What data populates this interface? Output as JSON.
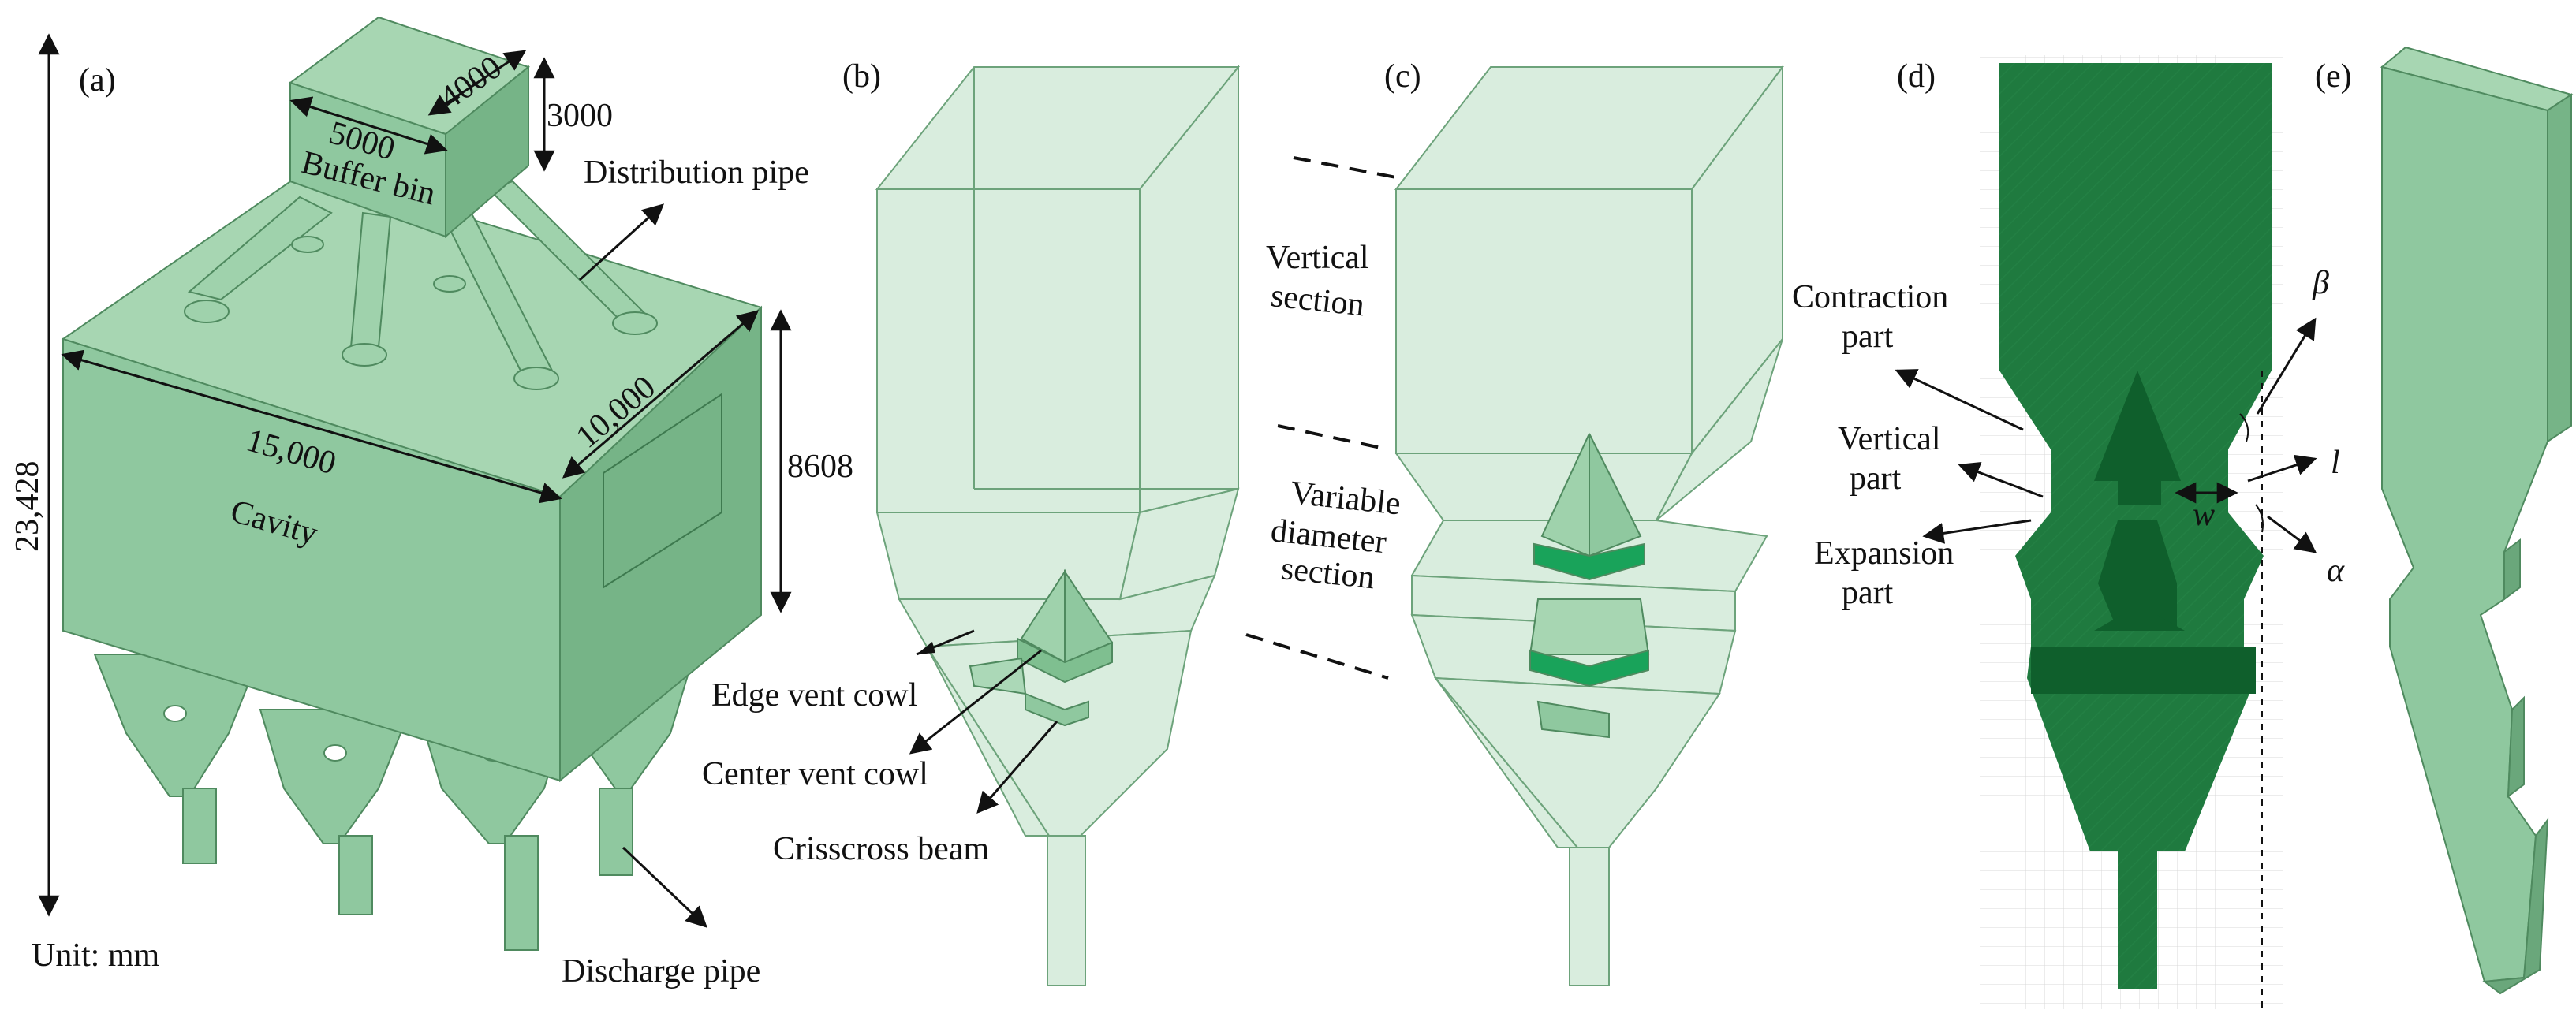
{
  "colors": {
    "solid_fill": "#8fc89f",
    "solid_light": "#a7d6b2",
    "solid_dark": "#76b487",
    "trans_fill": "#b9dfc2",
    "trans_stroke": "#6da37b",
    "deep_green": "#1f7a3f",
    "deeper_green": "#0f5f2c",
    "accent_green": "#19a35a",
    "line": "#111111"
  },
  "panels": {
    "a": "(a)",
    "b": "(b)",
    "c": "(c)",
    "d": "(d)",
    "e": "(e)"
  },
  "panel_a": {
    "dim_4000": "4000",
    "dim_3000": "3000",
    "dim_5000": "5000",
    "buffer_bin": "Buffer bin",
    "distribution_pipe": "Distribution pipe",
    "dim_10000": "10,000",
    "dim_8608": "8608",
    "dim_15000": "15,000",
    "cavity": "Cavity",
    "dim_23428": "23,428",
    "unit": "Unit: mm",
    "discharge_pipe": "Discharge pipe"
  },
  "panel_b": {
    "edge_vent_cowl": "Edge vent cowl",
    "center_vent_cowl": "Center vent cowl",
    "crisscross_beam": "Crisscross beam"
  },
  "panel_c": {
    "vertical_section_1": "Vertical",
    "vertical_section_2": "section",
    "variable_1": "Variable",
    "variable_2": "diameter",
    "variable_3": "section"
  },
  "panel_d": {
    "contraction_1": "Contraction",
    "contraction_2": "part",
    "vertical_1": "Vertical",
    "vertical_2": "part",
    "expansion_1": "Expansion",
    "expansion_2": "part",
    "beta": "β",
    "l": "l",
    "w": "w",
    "alpha": "α"
  }
}
